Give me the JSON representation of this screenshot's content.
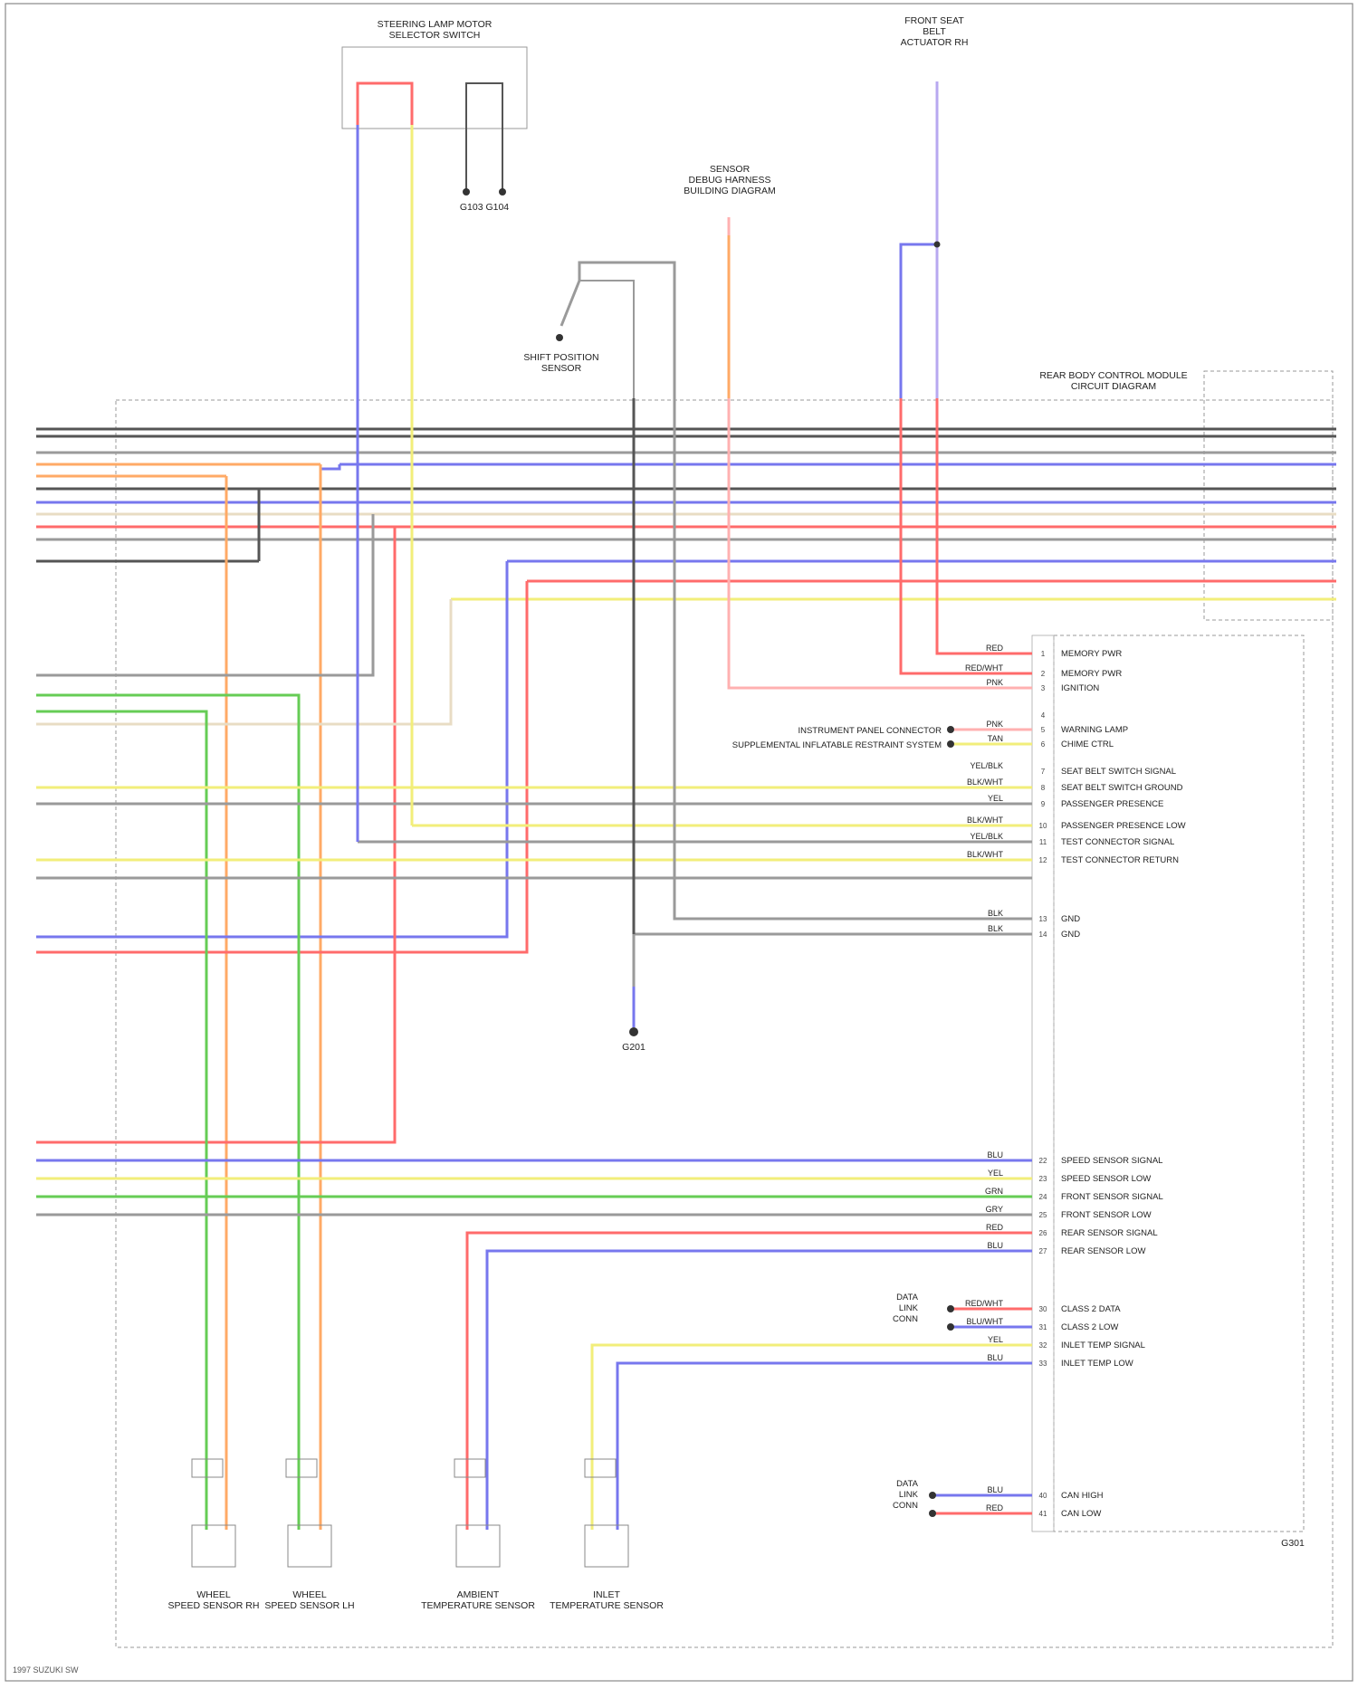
{
  "colors": {
    "RED": "#ff6b6b",
    "BLU": "#7777ee",
    "YEL": "#f2ee7a",
    "GRN": "#66cc55",
    "ORG": "#ffaa66",
    "BLK": "#555555",
    "GRY": "#9a9a9a",
    "TAN": "#e8dcc4",
    "LTBLU": "#aaaaff",
    "PNK": "#ffb0b0",
    "BRN": "#b09060",
    "LBRN": "#c8b898",
    "VIO": "#b8a8f0"
  },
  "components": {
    "tpms_module": {
      "label": "STEERING LAMP MOTOR\nSELECTOR SWITCH"
    },
    "junction_top_right": {
      "label": "FRONT SEAT\nBELT\nACTUATOR RH"
    },
    "junction_top_mid": {
      "label": "SENSOR\nDEBUG HARNESS\nBUILDING DIAGRAM"
    },
    "rbcm_label": {
      "label": "REAR BODY CONTROL MODULE\nCIRCUIT DIAGRAM"
    },
    "ground_right": {
      "label": "G301"
    },
    "ground_center": {
      "label": "G201"
    },
    "ground_top": {
      "label": "G103 G104"
    },
    "ambient_sensor": {
      "label": "AMBIENT\nSENSOR"
    },
    "left_switch": {
      "label": "SHIFT POSITION\nSENSOR"
    },
    "rh_sensor": {
      "label": "WHEEL\nSPEED SENSOR RH"
    },
    "lh_sensor": {
      "label": "WHEEL\nSPEED SENSOR LH"
    },
    "temp_sensor": {
      "label": "AMBIENT\nTEMPERATURE SENSOR"
    },
    "inlet_sensor": {
      "label": "INLET\nTEMPERATURE SENSOR"
    },
    "footer": "1997 SUZUKI SW"
  },
  "functions": [
    {
      "pin": "1",
      "wire": "RED",
      "label": "MEMORY PWR"
    },
    {
      "pin": "2",
      "wire": "RED/WHT",
      "label": "MEMORY PWR"
    },
    {
      "pin": "3",
      "wire": "PNK",
      "label": "IGNITION"
    },
    {
      "pin": "4",
      "wire": "",
      "label": ""
    },
    {
      "pin": "5",
      "wire": "PNK",
      "label": "WARNING LAMP"
    },
    {
      "pin": "6",
      "wire": "TAN",
      "label": "CHIME CTRL"
    },
    {
      "pin": "7",
      "wire": "YEL/BLK",
      "label": "SEAT BELT SWITCH SIGNAL"
    },
    {
      "pin": "8",
      "wire": "BLK/WHT",
      "label": "SEAT BELT SWITCH GROUND"
    },
    {
      "pin": "9",
      "wire": "YEL",
      "label": "PASSENGER PRESENCE"
    },
    {
      "pin": "10",
      "wire": "BLK/WHT",
      "label": "PASSENGER PRESENCE LOW"
    },
    {
      "pin": "11",
      "wire": "YEL/BLK",
      "label": "TEST CONNECTOR SIGNAL"
    },
    {
      "pin": "12",
      "wire": "BLK/WHT",
      "label": "TEST CONNECTOR RETURN"
    },
    {
      "pin": "13",
      "wire": "BLK",
      "label": "GND"
    },
    {
      "pin": "14",
      "wire": "BLK",
      "label": "GND"
    },
    {
      "pin": "22",
      "wire": "BLU",
      "label": "SPEED SENSOR SIGNAL"
    },
    {
      "pin": "23",
      "wire": "YEL",
      "label": "SPEED SENSOR LOW"
    },
    {
      "pin": "24",
      "wire": "GRN",
      "label": "FRONT SENSOR SIGNAL"
    },
    {
      "pin": "25",
      "wire": "GRY",
      "label": "FRONT SENSOR LOW"
    },
    {
      "pin": "26",
      "wire": "RED",
      "label": "REAR SENSOR SIGNAL"
    },
    {
      "pin": "27",
      "wire": "BLU",
      "label": "REAR SENSOR LOW"
    },
    {
      "pin": "30",
      "wire": "RED/WHT",
      "label": "CLASS 2 DATA"
    },
    {
      "pin": "31",
      "wire": "BLU/WHT",
      "label": "CLASS 2 LOW"
    },
    {
      "pin": "32",
      "wire": "YEL",
      "label": "INLET TEMP SIGNAL"
    },
    {
      "pin": "33",
      "wire": "BLU",
      "label": "INLET TEMP LOW"
    },
    {
      "pin": "40",
      "wire": "BLU",
      "label": "CAN HIGH"
    },
    {
      "pin": "41",
      "wire": "RED",
      "label": "CAN LOW"
    }
  ],
  "side_labels": {
    "data_link_1": "INSTRUMENT PANEL CONNECTOR",
    "data_link_2": "SUPPLEMENTAL INFLATABLE RESTRAINT SYSTEM",
    "data_link_3": "DATA\nLINK\nCONN",
    "data_link_4": "DATA\nLINK\nCONN"
  }
}
